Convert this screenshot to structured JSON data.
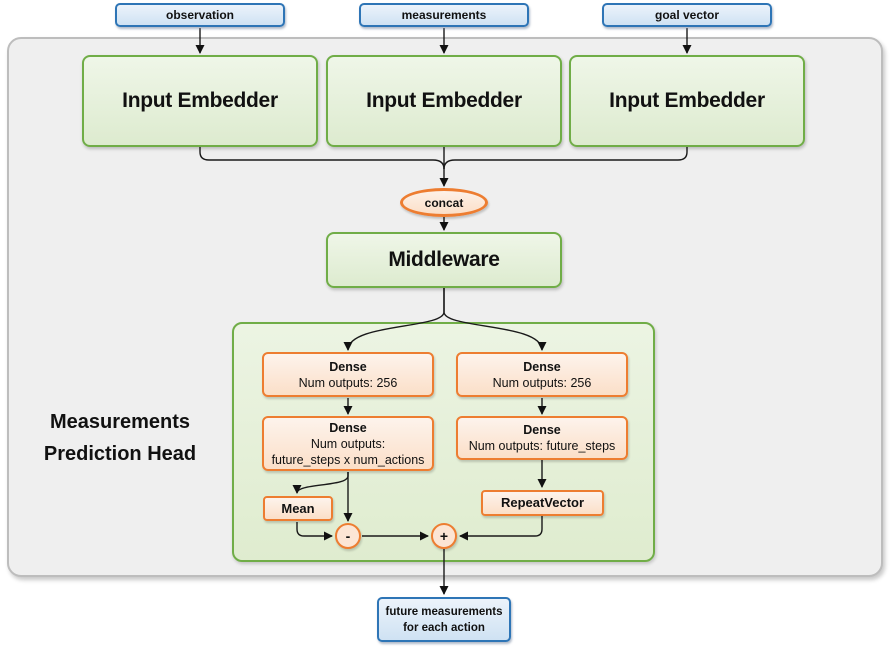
{
  "inputs": [
    "observation",
    "measurements",
    "goal vector"
  ],
  "embedders": [
    "Input Embedder",
    "Input Embedder",
    "Input Embedder"
  ],
  "concat": "concat",
  "middleware": "Middleware",
  "head": {
    "label": "Measurements Prediction Head",
    "dense_left_1": {
      "title": "Dense",
      "line1": "Num outputs: 256"
    },
    "dense_left_2": {
      "title": "Dense",
      "line1": "Num outputs:",
      "line2": "future_steps x num_actions"
    },
    "dense_right_1": {
      "title": "Dense",
      "line1": "Num outputs: 256"
    },
    "dense_right_2": {
      "title": "Dense",
      "line1": "Num outputs: future_steps"
    },
    "mean": "Mean",
    "repeat_vector": "RepeatVector",
    "minus": "-",
    "plus": "+"
  },
  "output": {
    "line1": "future measurements",
    "line2": "for each action"
  },
  "colors": {
    "green_border": "#70AD47",
    "green_fill": "#E7F1DC",
    "orange_border": "#ED7D31",
    "orange_fill": "#FCE5D5",
    "blue_border": "#2E75B6",
    "blue_fill": "#DBE9F7",
    "container_fill": "#EFEFEF",
    "container_border": "#BDBDBD",
    "line": "#1A1A1A"
  }
}
